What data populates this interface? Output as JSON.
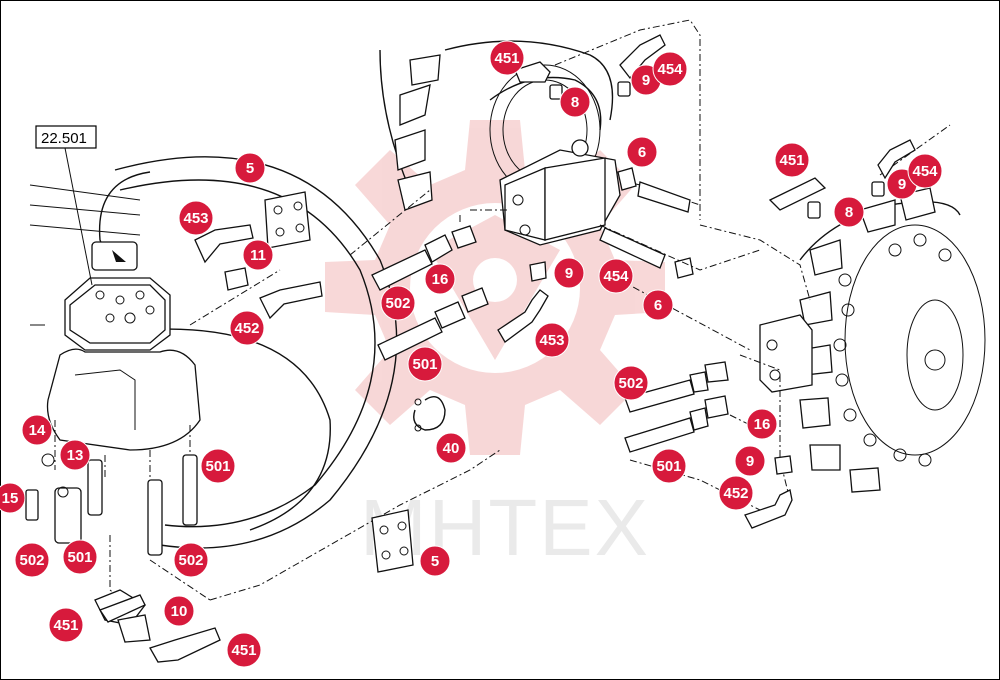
{
  "diagram": {
    "reference_label": "22.501",
    "watermark_text": "MHTEX",
    "colors": {
      "badge": "#d71a3c",
      "watermark": "#f2b8b8",
      "line": "#111111"
    },
    "callouts": [
      {
        "label": "451"
      },
      {
        "label": "8"
      },
      {
        "label": "9"
      },
      {
        "label": "454"
      },
      {
        "label": "6"
      },
      {
        "label": "5"
      },
      {
        "label": "453"
      },
      {
        "label": "11"
      },
      {
        "label": "452"
      },
      {
        "label": "16"
      },
      {
        "label": "502"
      },
      {
        "label": "501"
      },
      {
        "label": "9"
      },
      {
        "label": "454"
      },
      {
        "label": "6"
      },
      {
        "label": "453"
      },
      {
        "label": "451"
      },
      {
        "label": "9"
      },
      {
        "label": "454"
      },
      {
        "label": "8"
      },
      {
        "label": "502"
      },
      {
        "label": "16"
      },
      {
        "label": "501"
      },
      {
        "label": "9"
      },
      {
        "label": "452"
      },
      {
        "label": "40"
      },
      {
        "label": "14"
      },
      {
        "label": "13"
      },
      {
        "label": "15"
      },
      {
        "label": "502"
      },
      {
        "label": "501"
      },
      {
        "label": "501"
      },
      {
        "label": "502"
      },
      {
        "label": "5"
      },
      {
        "label": "10"
      },
      {
        "label": "451"
      },
      {
        "label": "451"
      }
    ]
  }
}
